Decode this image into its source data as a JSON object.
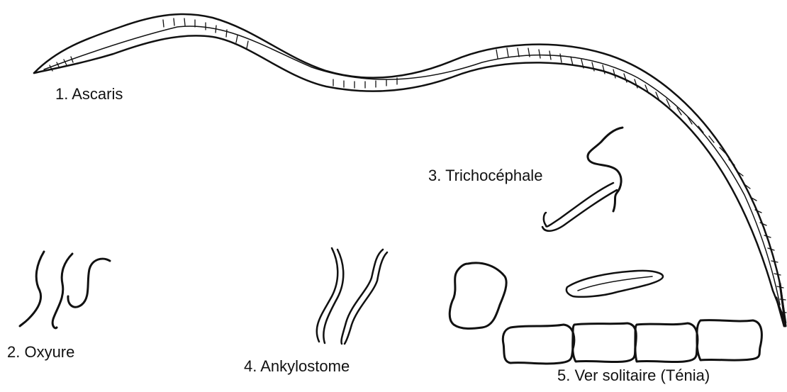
{
  "labels": {
    "ascaris": "1. Ascaris",
    "oxyure": "2. Oxyure",
    "trichocephale": "3. Trichocéphale",
    "ankylostome": "4. Ankylostome",
    "tenia": "5. Ver solitaire (Ténia)"
  },
  "colors": {
    "ink": "#111111",
    "background": "#ffffff"
  }
}
